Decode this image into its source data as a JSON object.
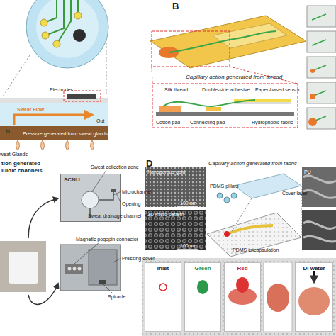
{
  "diagram": {
    "nodes": [
      {
        "text": [
          "SCNU"
        ]
      },
      {
        "text": [
          "Inlet"
        ]
      },
      {
        "text": [
          "Green"
        ]
      },
      {
        "text": [
          "Red"
        ]
      },
      {
        "text": [
          "DI water"
        ]
      }
    ],
    "labels": [
      "Electrodes",
      "Sweat Flow",
      "Out",
      "In",
      "Pressure generated from sweat glands",
      "weat Glands",
      "B",
      "Capillary action generated from thread",
      "Silk thread",
      "Double-side adhesive",
      "Paper-based sensor",
      "Cotton pad",
      "Connecting pad",
      "Hydrophobic fabric",
      "tion generated",
      "luidic channels",
      "Sweat collection zone",
      "Microchannel",
      "Opening",
      "Sweat drainage channel",
      "Magnetic pogopin connector",
      "Pressing cover",
      "Spiracle",
      "D",
      "Nanoporous gold",
      "100 nm",
      "3D micro pattern",
      "100 nm",
      "Capillary action generated from fabric",
      "PDMS pillars",
      "Cover layer",
      "PDMS encapsulation",
      "PU"
    ]
  }
}
